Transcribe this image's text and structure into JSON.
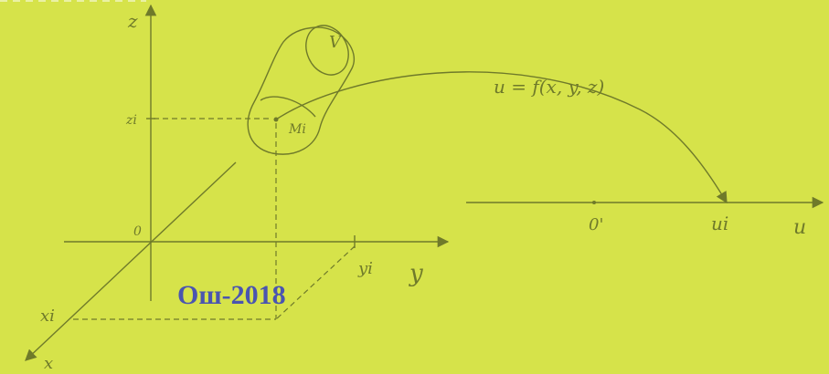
{
  "title": "Ош-2018",
  "labels": {
    "z_axis": "z",
    "y_axis": "y",
    "x_axis": "x",
    "origin": "0",
    "zi": "zi",
    "yi": "yi",
    "xi": "xi",
    "mi": "Mi",
    "volume": "V",
    "function": "u = f(x, y, z)",
    "u_origin": "0'",
    "ui": "ui",
    "u_axis": "u"
  },
  "colors": {
    "background": "#d6e34a",
    "ink": "#6f7a2a",
    "title": "#4a55b0"
  }
}
